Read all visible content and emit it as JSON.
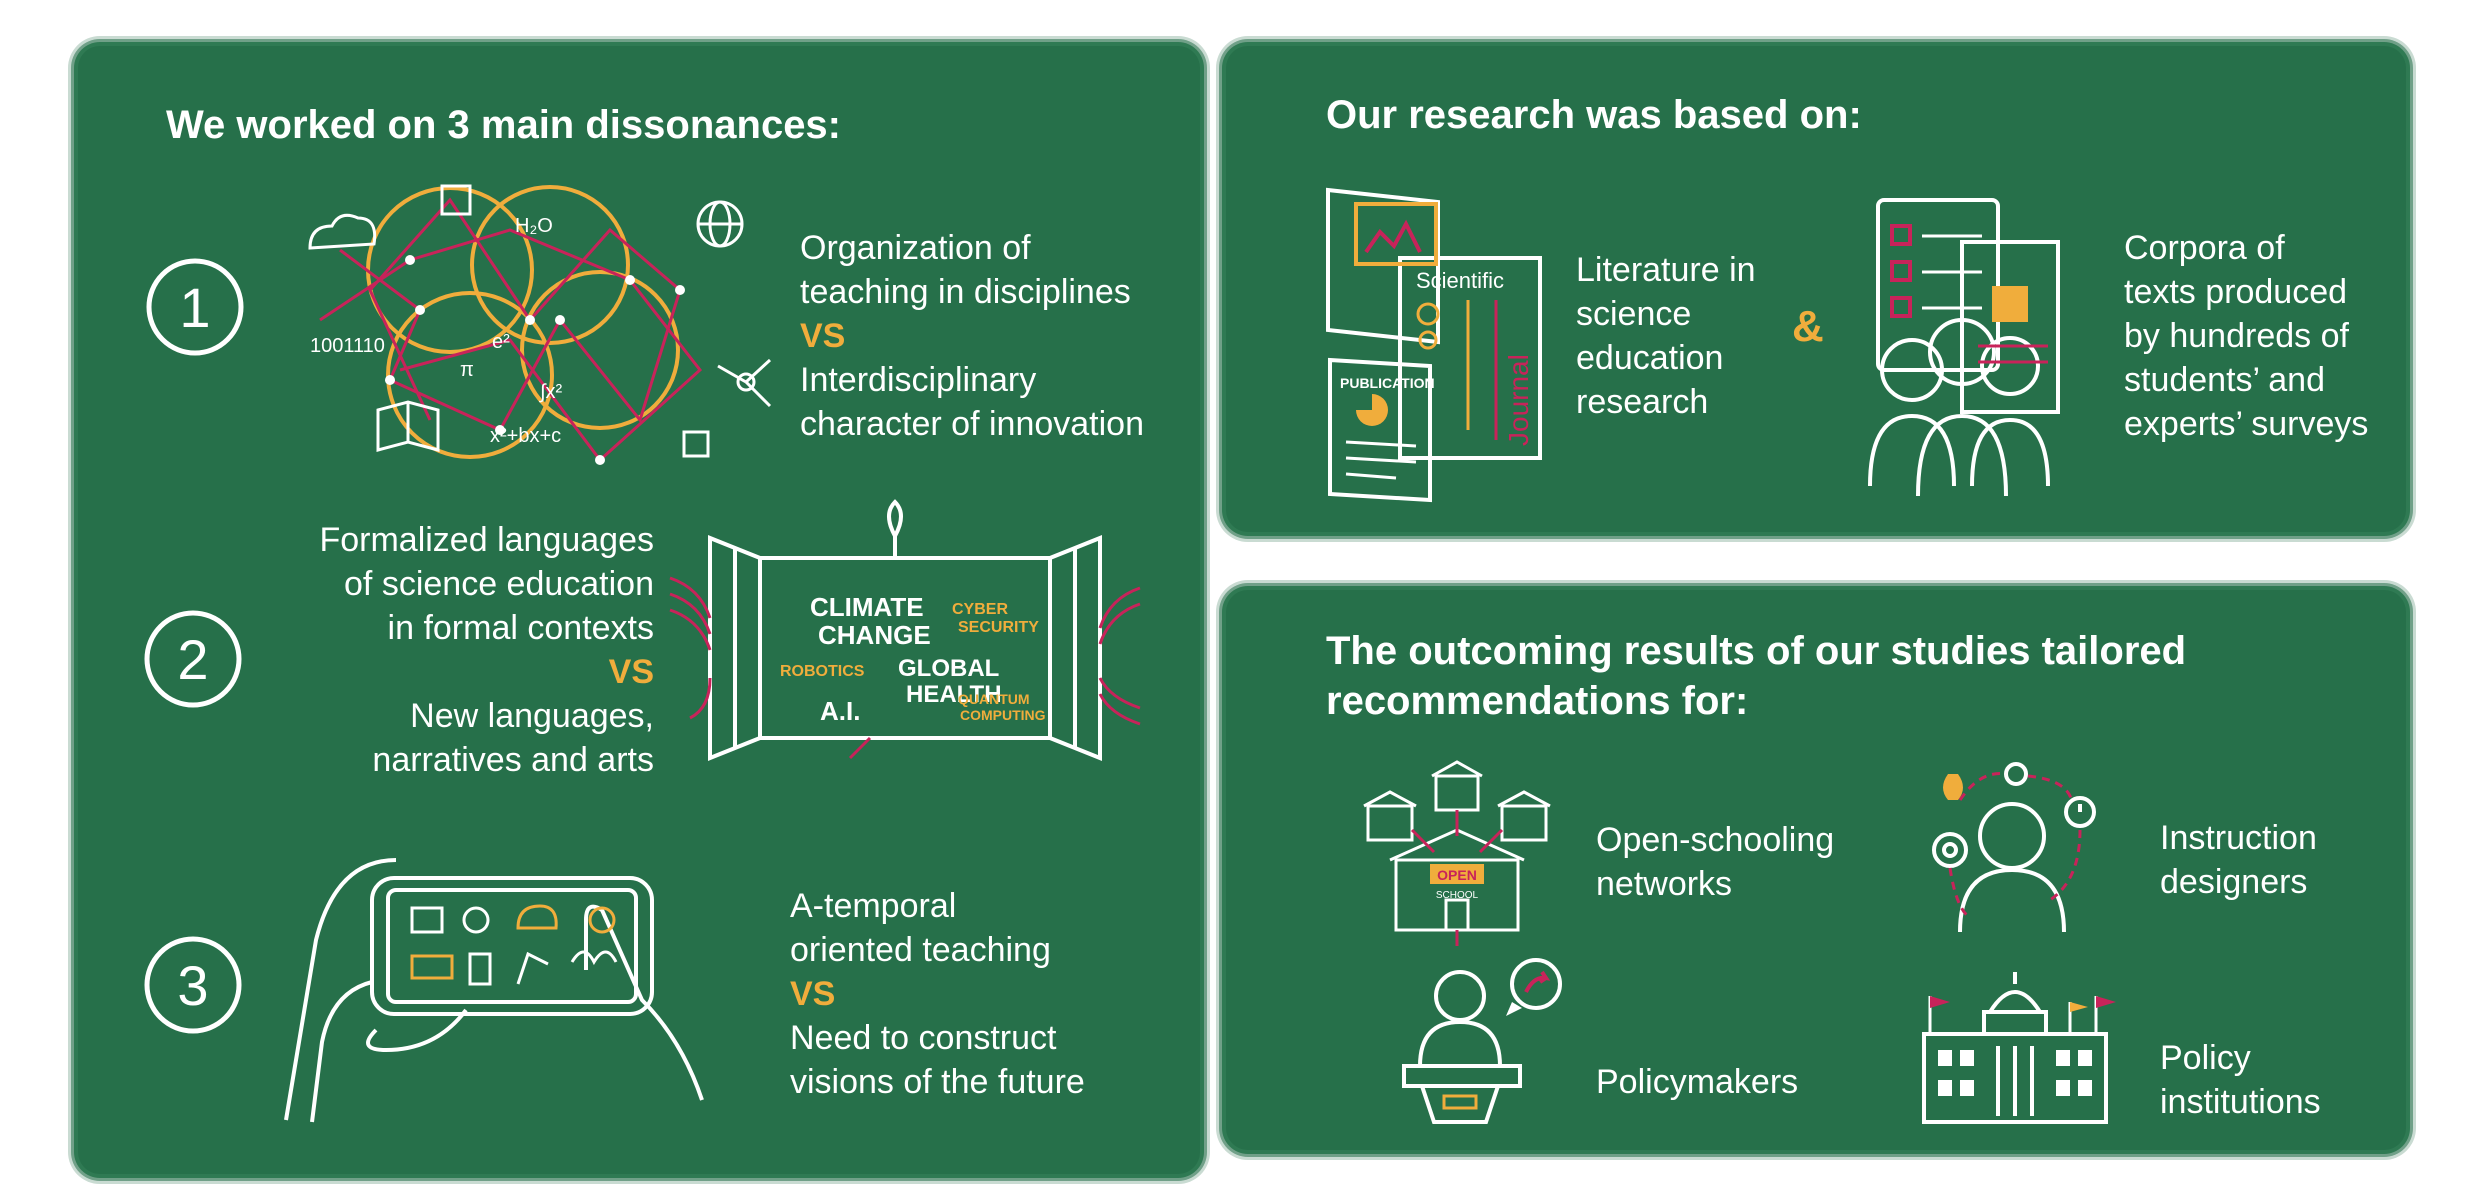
{
  "colors": {
    "board": "#26704a",
    "accent_orange": "#f0ad3c",
    "accent_pink": "#c8235a",
    "chalk": "#ffffff"
  },
  "left": {
    "title": "We worked on 3 main dissonances:",
    "items": [
      {
        "number": "1",
        "line_a": [
          "Organization of",
          "teaching in disciplines"
        ],
        "vs": "VS",
        "line_b": [
          "Interdisciplinary",
          "character of innovation"
        ],
        "icon": "interdisciplinary-network-icon"
      },
      {
        "number": "2",
        "line_a": [
          "Formalized languages",
          "of science education",
          "in formal contexts"
        ],
        "vs": "VS",
        "line_b": [
          "New languages,",
          "narratives and arts"
        ],
        "icon": "open-window-topics-icon",
        "window_words": [
          "CLIMATE",
          "CHANGE",
          "CYBER",
          "SECURITY",
          "ROBOTICS",
          "GLOBAL",
          "HEALTH",
          "A.I.",
          "QUANTUM",
          "COMPUTING"
        ]
      },
      {
        "number": "3",
        "line_a": [
          "A-temporal",
          "oriented teaching"
        ],
        "vs": "VS",
        "line_b": [
          "Need to construct",
          "visions of the future"
        ],
        "icon": "hands-smartphone-icon"
      }
    ],
    "network_labels": [
      "H₂O",
      "1001110",
      "e²",
      "π",
      "∫x²",
      "x²+bx+c"
    ]
  },
  "research": {
    "title": "Our research was based on:",
    "source_a": [
      "Literature in",
      "science",
      "education",
      "research"
    ],
    "ampersand": "&",
    "source_b": [
      "Corpora of",
      "texts produced",
      "by hundreds of",
      "students’ and",
      "experts’ surveys"
    ],
    "doc_words": [
      "Scientific",
      "Journal",
      "PUBLICATION"
    ]
  },
  "results": {
    "title_lines": [
      "The outcoming results of our studies tailored",
      "recommendations for:"
    ],
    "recipients": [
      {
        "label": [
          "Open-schooling",
          "networks"
        ],
        "icon": "open-school-network-icon",
        "sign": "OPEN",
        "sub_sign": "SCHOOL"
      },
      {
        "label": [
          "Instruction",
          "designers"
        ],
        "icon": "instruction-designer-icon"
      },
      {
        "label": [
          "Policymakers"
        ],
        "icon": "policymaker-icon"
      },
      {
        "label": [
          "Policy",
          "institutions"
        ],
        "icon": "policy-institution-icon"
      }
    ]
  }
}
